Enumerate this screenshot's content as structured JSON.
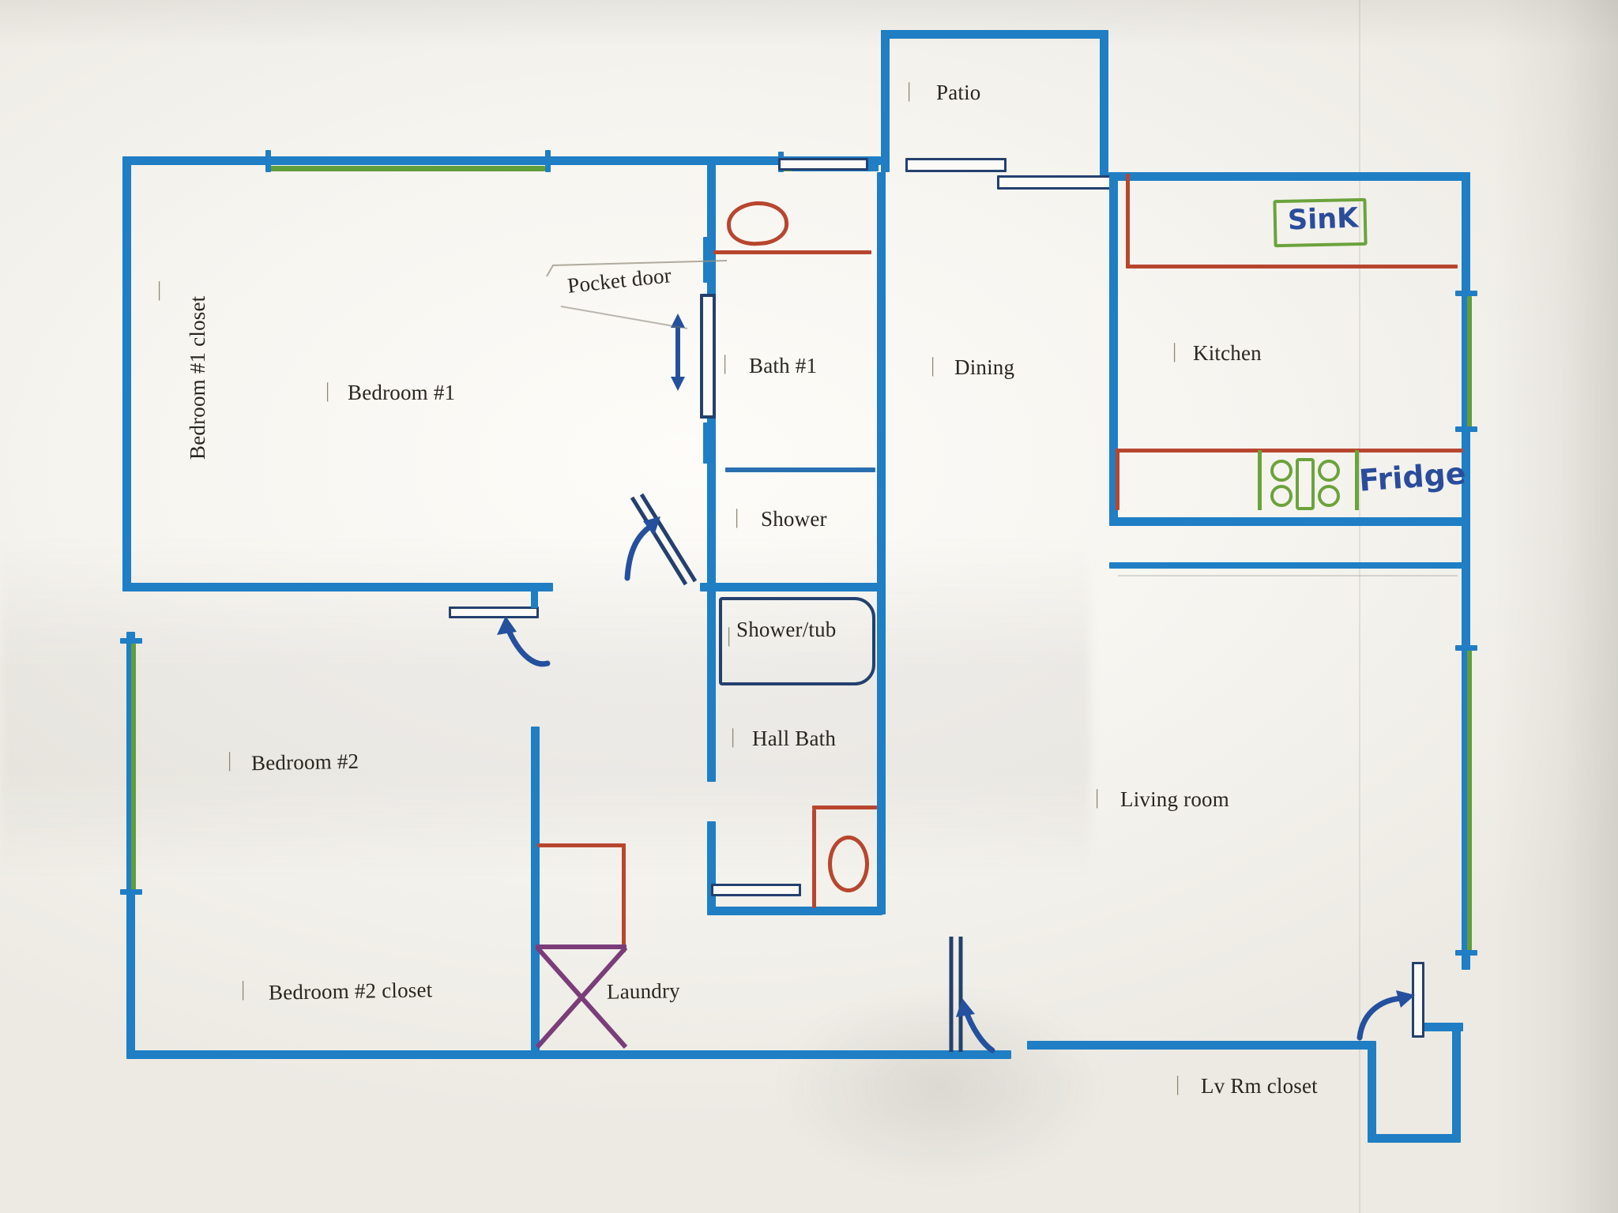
{
  "document": {
    "type": "hand-annotated apartment floor plan",
    "ink_colors": {
      "walls_blue": "#1f7ec4",
      "windows_green": "#5f9e3a",
      "fixtures_red": "#b8462f",
      "laundry_purple": "#7b3d7a",
      "handwriting_blue": "#2a4c9b",
      "label_text": "#29261f",
      "paper": "#f5f3ee"
    }
  },
  "rooms": {
    "bedroom1": "Bedroom #1",
    "bedroom1_closet": "Bedroom #1 closet",
    "bedroom2": "Bedroom #2",
    "bedroom2_closet": "Bedroom #2 closet",
    "laundry": "Laundry",
    "bath1": "Bath #1",
    "shower": "Shower",
    "shower_tub": "Shower/tub",
    "hall_bath": "Hall Bath",
    "patio": "Patio",
    "dining": "Dining",
    "kitchen": "Kitchen",
    "living_room": "Living room",
    "lv_rm_closet": "Lv Rm closet"
  },
  "annotations": {
    "pocket_door": "Pocket door",
    "sink": "SinK",
    "fridge": "Fridge"
  }
}
